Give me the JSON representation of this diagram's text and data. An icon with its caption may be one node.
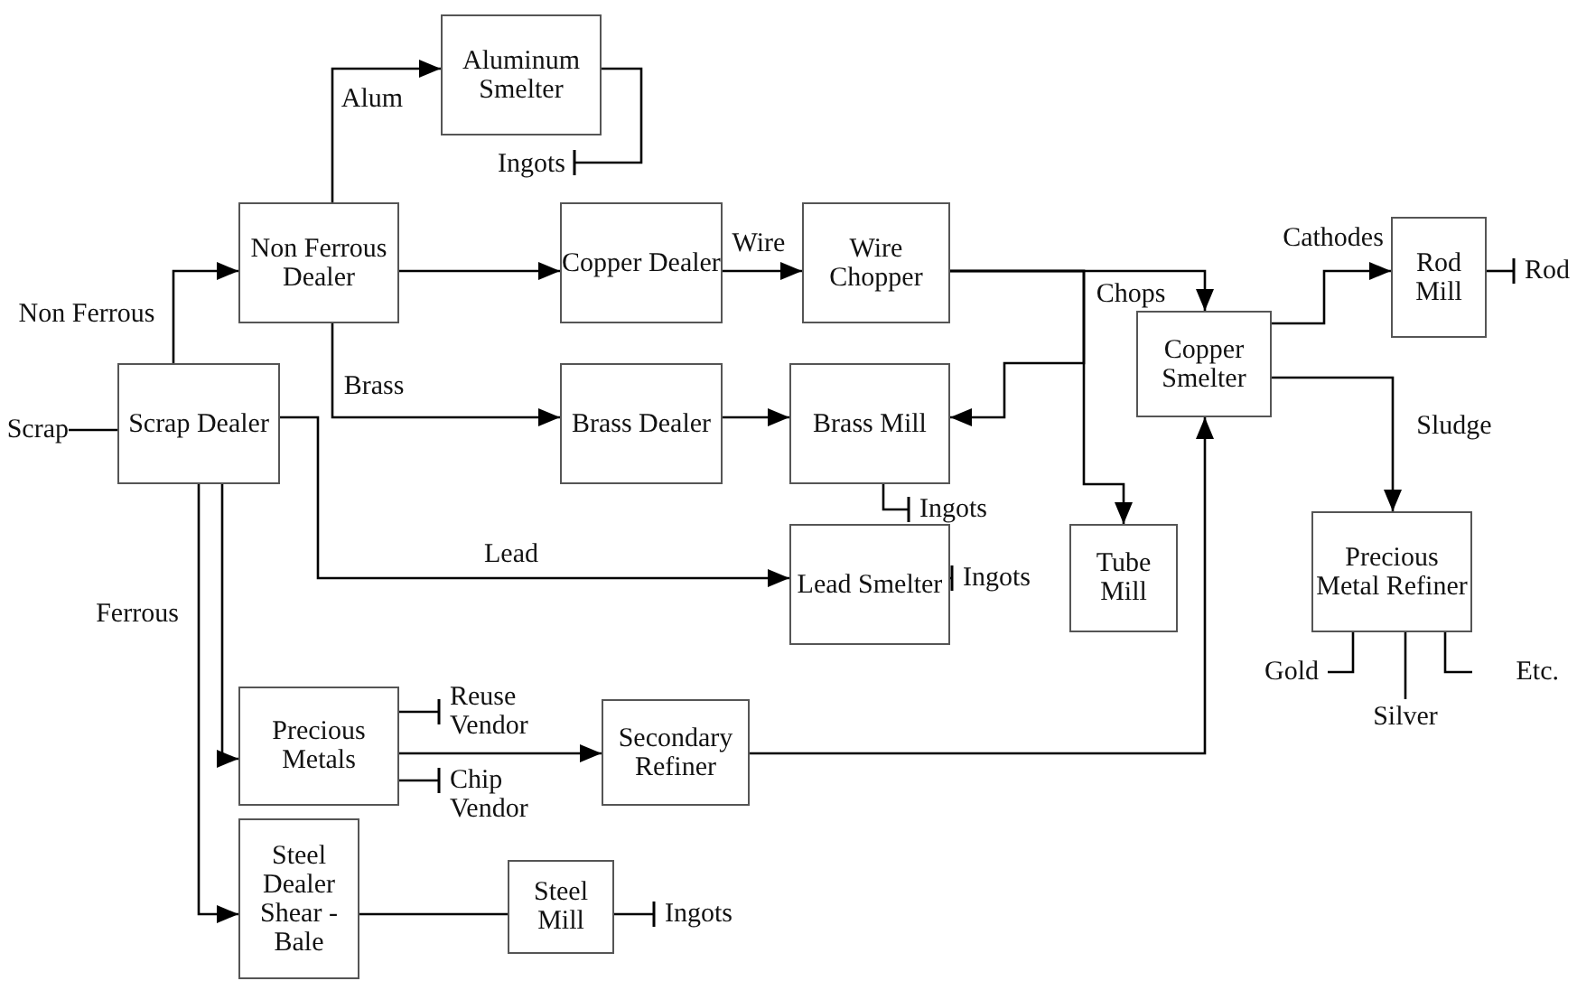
{
  "diagram": {
    "nodes": [
      {
        "text": [
          "Aluminum Smelter"
        ]
      },
      {
        "text": [
          "Ingots"
        ]
      },
      {
        "text": [
          "Non Ferrous Dealer"
        ]
      },
      {
        "text": [
          "Copper Dealer"
        ]
      },
      {
        "text": [
          "Wire Chopper"
        ]
      },
      {
        "text": [
          "Rod Mill"
        ]
      },
      {
        "text": [
          "Rod"
        ]
      },
      {
        "text": [
          "Copper Smelter"
        ]
      },
      {
        "text": [
          "Scrap"
        ]
      },
      {
        "text": [
          "Scrap Dealer"
        ]
      },
      {
        "text": [
          "Brass Dealer"
        ]
      },
      {
        "text": [
          "Brass Mill"
        ]
      },
      {
        "text": [
          "Ingots"
        ]
      },
      {
        "text": [
          "Lead Smelter"
        ]
      },
      {
        "text": [
          "Ingots"
        ]
      },
      {
        "text": [
          "Tube Mill"
        ]
      },
      {
        "text": [
          "Precious Metal Refiner"
        ]
      },
      {
        "text": [
          "Gold"
        ]
      },
      {
        "text": [
          "Etc."
        ]
      },
      {
        "text": [
          "Silver"
        ]
      },
      {
        "text": [
          "Precious Metals"
        ]
      },
      {
        "text": [
          "Reuse Vendor"
        ]
      },
      {
        "text": [
          "Secondary Refiner"
        ]
      },
      {
        "text": [
          "Chip Vendor"
        ]
      },
      {
        "text": [
          "Steel Dealer Shear -Bale"
        ]
      },
      {
        "text": [
          "Steel Mill"
        ]
      },
      {
        "text": [
          "Ingots"
        ]
      }
    ],
    "edges": [
      {
        "from": 2,
        "to": 0,
        "arrow": "to",
        "label": "Alum"
      },
      {
        "from": 0,
        "to": 1,
        "arrow": "other"
      },
      {
        "from": 2,
        "to": 3,
        "arrow": "to"
      },
      {
        "from": 3,
        "to": 4,
        "arrow": "to",
        "label": "Wire"
      },
      {
        "from": 4,
        "to": 7,
        "arrow": "to",
        "label": "Chops"
      },
      {
        "from": 4,
        "to": 11,
        "arrow": "to"
      },
      {
        "from": 4,
        "to": 15,
        "arrow": "to"
      },
      {
        "from": 7,
        "to": 5,
        "arrow": "to",
        "label": "Cathodes"
      },
      {
        "from": 5,
        "to": 6,
        "arrow": "other"
      },
      {
        "from": 7,
        "to": 16,
        "arrow": "to",
        "label": "Sludge"
      },
      {
        "from": 8,
        "to": 9,
        "arrow": "none"
      },
      {
        "from": 9,
        "to": 2,
        "arrow": "to",
        "label": "Non Ferrous"
      },
      {
        "from": 2,
        "to": 10,
        "arrow": "to",
        "label": "Brass"
      },
      {
        "from": 10,
        "to": 11,
        "arrow": "to"
      },
      {
        "from": 11,
        "to": 12,
        "arrow": "other"
      },
      {
        "from": 9,
        "to": 13,
        "arrow": "to",
        "label": "Lead"
      },
      {
        "from": 13,
        "to": 14,
        "arrow": "other"
      },
      {
        "from": 9,
        "to": 20,
        "arrow": "to"
      },
      {
        "from": 9,
        "to": 24,
        "arrow": "to",
        "label": "Ferrous"
      },
      {
        "from": 20,
        "to": 21,
        "arrow": "other"
      },
      {
        "from": 20,
        "to": 22,
        "arrow": "to"
      },
      {
        "from": 20,
        "to": 23,
        "arrow": "other"
      },
      {
        "from": 22,
        "to": 7,
        "arrow": "to"
      },
      {
        "from": 24,
        "to": 25,
        "arrow": "none"
      },
      {
        "from": 25,
        "to": 26,
        "arrow": "other"
      },
      {
        "from": 16,
        "to": 17,
        "arrow": "none"
      },
      {
        "from": 16,
        "to": 19,
        "arrow": "none"
      },
      {
        "from": 16,
        "to": 18,
        "arrow": "none"
      }
    ]
  }
}
